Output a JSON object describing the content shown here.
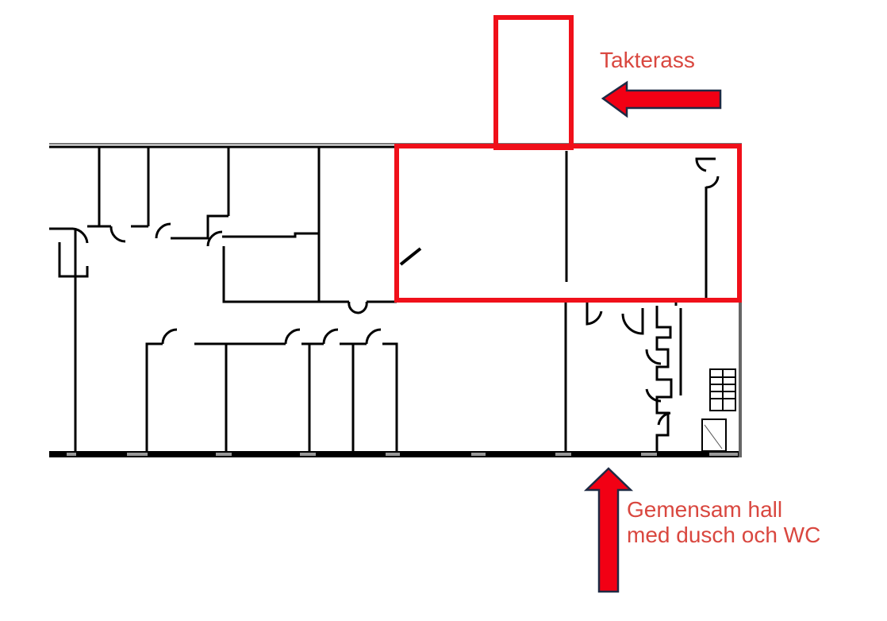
{
  "labels": {
    "terrace": "Takterass",
    "hall_line1": "Gemensam hall",
    "hall_line2": "med dusch och WC"
  },
  "colors": {
    "highlight": "#f0101a",
    "label_text": "#d9473f",
    "arrow_fill": "#f20014",
    "arrow_outline": "#1f2a44",
    "wall": "#000000"
  },
  "icons": {
    "terrace_arrow": "arrow-left-icon",
    "hall_arrow": "arrow-up-icon"
  }
}
